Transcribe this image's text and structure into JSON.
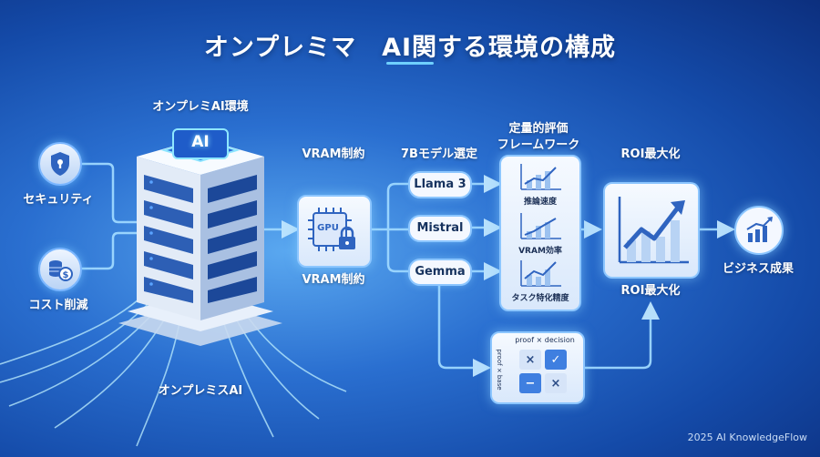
{
  "title": "オンプレミマ　AI関する環境の構成",
  "server": {
    "top_label": "オンプレミAI環境",
    "badge": "AI",
    "bottom_label": "オンプレミスAI"
  },
  "inputs": {
    "security": "セキュリティ",
    "cost": "コスト削減"
  },
  "vram": {
    "top_label": "VRAM制約",
    "chip_text": "GPU",
    "bottom_label": "VRAM制約"
  },
  "models": {
    "header": "7Bモデル選定",
    "items": [
      "Llama 3",
      "Mistral",
      "Gemma"
    ]
  },
  "evaluation": {
    "header_line1": "定量的評価",
    "header_line2": "フレームワーク",
    "metrics": [
      "推論速度",
      "VRAM効率",
      "タスク特化精度"
    ]
  },
  "matrix": {
    "top_label": "proof × decision",
    "side_label": "proof × base",
    "symbols": [
      "×",
      "✓",
      "−",
      "×"
    ]
  },
  "roi": {
    "top_label": "ROI最大化",
    "bottom_label": "ROI最大化"
  },
  "outcome": {
    "label": "ビジネス成果"
  },
  "footer": "2025 AI KnowledgeFlow",
  "colors": {
    "accent": "#6fd0ff",
    "line": "#9ed8ff",
    "card_border": "#8cc6ff",
    "check_cell": "#3f7fe0"
  }
}
